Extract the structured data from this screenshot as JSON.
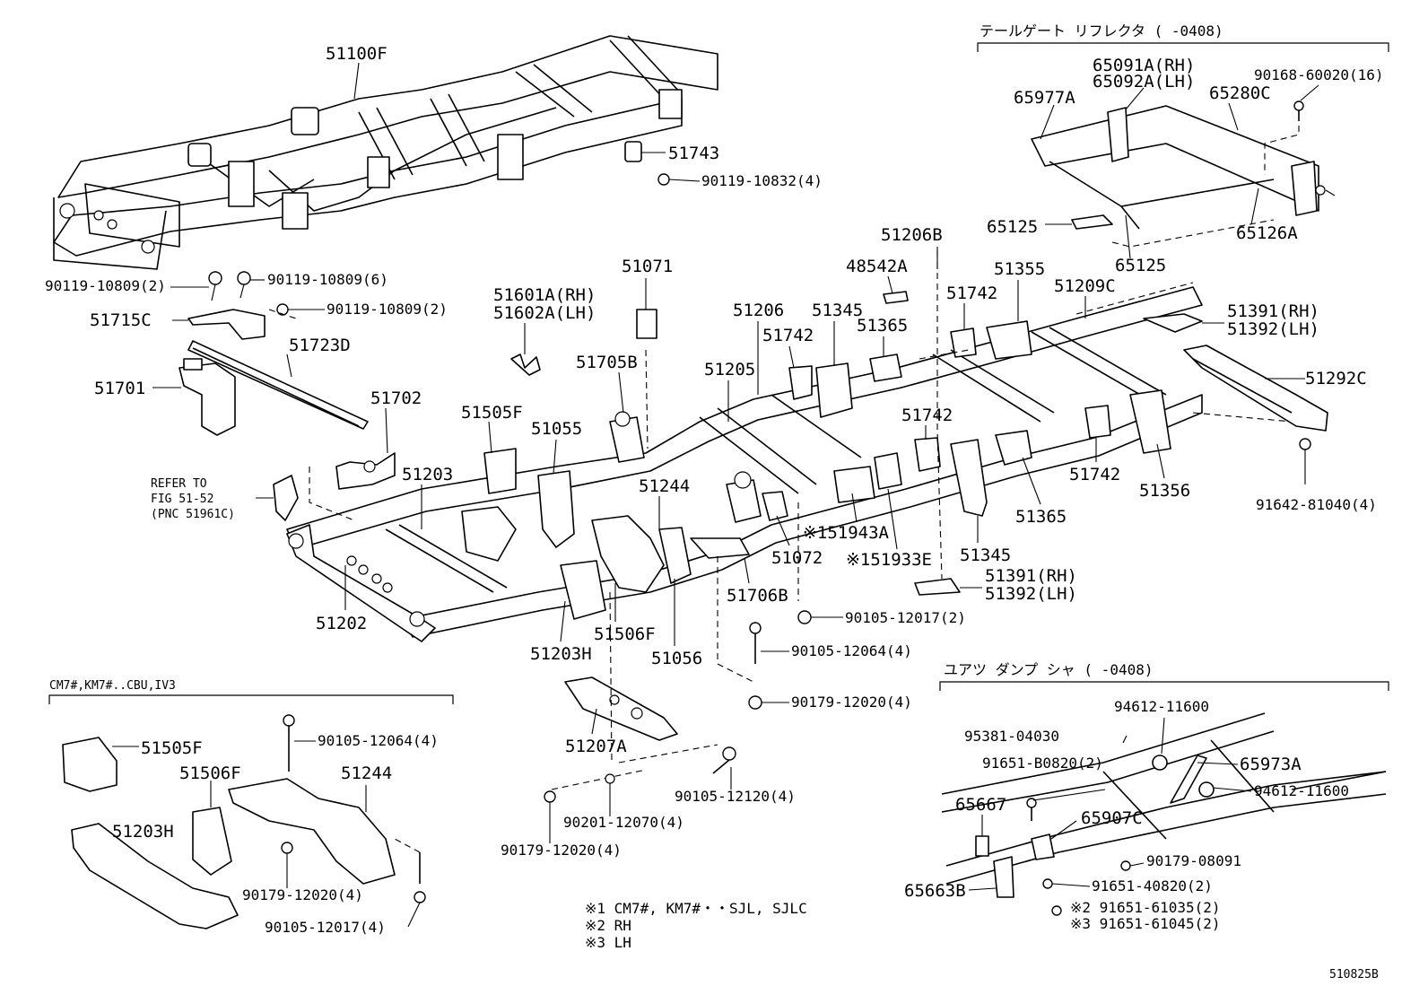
{
  "sections": {
    "tailgate_reflector": "テールゲート リフレクタ (      -0408)",
    "rear_shock": "ユアツ ダンプ シャ (      -0408)",
    "variant": "CM7#,KM7#..CBU,IV3"
  },
  "footnotes": [
    "※1 CM7#, KM7#・・SJL, SJLC",
    "※2 RH",
    "※3 LH"
  ],
  "figure_code": "510825B",
  "labels": {
    "p51100F": "51100F",
    "p51743": "51743",
    "p90119_10832": "90119-10832(4)",
    "p90119_10809_2a": "90119-10809(2)",
    "p90119_10809_6": "90119-10809(6)",
    "p90119_10809_2b": "90119-10809(2)",
    "p51715C": "51715C",
    "p51723D": "51723D",
    "p51701": "51701",
    "p51702": "51702",
    "refer1": "REFER TO",
    "refer2": "FIG 51-52",
    "refer3": "(PNC 51961C)",
    "p51071": "51071",
    "p51601A": "51601A(RH)",
    "p51602A": "51602A(LH)",
    "p51705B": "51705B",
    "p51505F": "51505F",
    "p51055": "51055",
    "p51203": "51203",
    "p51244": "51244",
    "p51202": "51202",
    "p51203H": "51203H",
    "p51506F": "51506F",
    "p51056": "51056",
    "p51206B": "51206B",
    "p48542A": "48542A",
    "p51355": "51355",
    "p51209C": "51209C",
    "p51206": "51206",
    "p51345a": "51345",
    "p51742a": "51742",
    "p51742b": "51742",
    "p51365a": "51365",
    "p51205": "51205",
    "p51742c": "51742",
    "p51742d": "51742",
    "p51391a": "51391(RH)",
    "p51392a": "51392(LH)",
    "p51292C": "51292C",
    "p51356": "51356",
    "p51365b": "51365",
    "p91642": "91642-81040(4)",
    "p51943A": "※151943A",
    "p51933E": "※151933E",
    "p51072": "51072",
    "p51345b": "51345",
    "p51391b": "51391(RH)",
    "p51392b": "51392(LH)",
    "p51706B": "51706B",
    "p90105_12017_2": "90105-12017(2)",
    "p90105_12064_4a": "90105-12064(4)",
    "p90179_12020_4a": "90179-12020(4)",
    "p51207A": "51207A",
    "p90105_12120": "90105-12120(4)",
    "p90201_12070": "90201-12070(4)",
    "p90179_12020_4b": "90179-12020(4)",
    "v51505F": "51505F",
    "v90105_12064": "90105-12064(4)",
    "v51506F": "51506F",
    "v51244": "51244",
    "v51203H": "51203H",
    "v90179_12020": "90179-12020(4)",
    "v90105_12017": "90105-12017(4)",
    "t65091A": "65091A(RH)",
    "t65092A": "65092A(LH)",
    "t90168": "90168-60020(16)",
    "t65977A": "65977A",
    "t65280C": "65280C",
    "t65125a": "65125",
    "t65126A": "65126A",
    "t65125b": "65125",
    "s94612a": "94612-11600",
    "s95381": "95381-04030",
    "s91651_B0820": "91651-B0820(2)",
    "s65973A": "65973A",
    "s94612b": "94612-11600",
    "s65667": "65667",
    "s65907C": "65907C",
    "s90179_08091": "90179-08091",
    "s91651_40820": "91651-40820(2)",
    "s65663B": "65663B",
    "s91651_61035": "※2 91651-61035(2)",
    "s91651_61045": "※3 91651-61045(2)"
  }
}
